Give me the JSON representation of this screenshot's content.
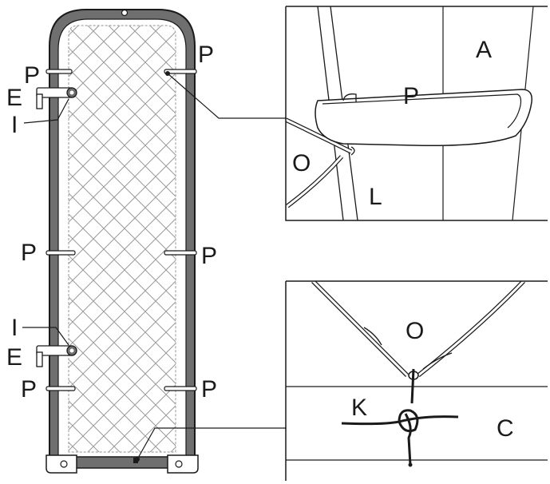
{
  "colors": {
    "ink": "#1a1a1a",
    "frame": "#6f6f6f",
    "mesh": "#9a9a9a",
    "background": "#ffffff"
  },
  "labels": {
    "left_top_p": "P",
    "right_top_p": "P",
    "eyelet_top": "E",
    "hook_top": "I",
    "left_mid_p": "P",
    "right_mid_p": "P",
    "hook_bottom": "I",
    "eyelet_bottom": "E",
    "left_low_p": "P",
    "right_low_p": "P",
    "detail1_a": "A",
    "detail1_p": "P",
    "detail1_o": "O",
    "detail1_l": "L",
    "detail2_o": "O",
    "detail2_k": "K",
    "detail2_c": "C"
  }
}
